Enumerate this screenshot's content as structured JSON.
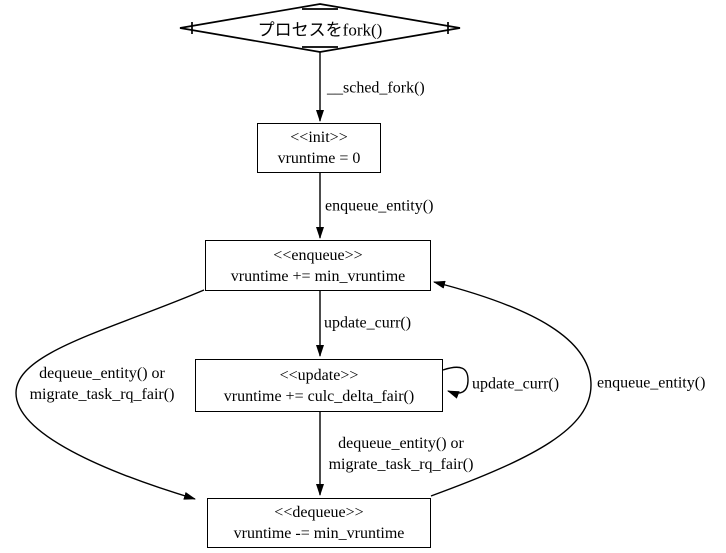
{
  "fork_node": {
    "label": "プロセスをfork()"
  },
  "nodes": {
    "init": {
      "stereotype": "<<init>>",
      "code": "vruntime = 0"
    },
    "enqueue": {
      "stereotype": "<<enqueue>>",
      "code": "vruntime += min_vruntime"
    },
    "update": {
      "stereotype": "<<update>>",
      "code": "vruntime += culc_delta_fair()"
    },
    "dequeue": {
      "stereotype": "<<dequeue>>",
      "code": "vruntime -= min_vruntime"
    }
  },
  "edge_labels": {
    "sched_fork": "__sched_fork()",
    "enqueue_entity": "enqueue_entity()",
    "update_curr": "update_curr()",
    "self_loop_update_curr": "update_curr()",
    "right_curve_enqueue_entity": "enqueue_entity()",
    "left_curve_line1": "dequeue_entity() or",
    "left_curve_line2": "migrate_task_rq_fair()",
    "mid_line1": "dequeue_entity() or",
    "mid_line2": "migrate_task_rq_fair()"
  },
  "colors": {
    "stroke": "#000000",
    "text": "#000000",
    "background": "#ffffff"
  }
}
